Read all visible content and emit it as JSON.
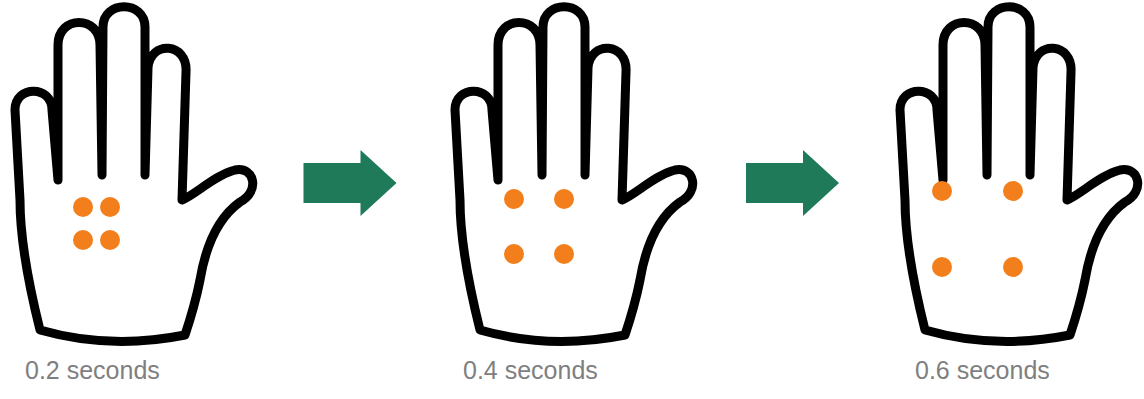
{
  "diagram": {
    "nodes": [
      {
        "text": [
          "0.2 seconds"
        ]
      },
      {
        "text": [
          "0.4 seconds"
        ]
      },
      {
        "text": [
          "0.6 seconds"
        ]
      }
    ],
    "edges": [
      {
        "from": 0,
        "to": 1,
        "arrow": "to"
      },
      {
        "from": 1,
        "to": 2,
        "arrow": "to"
      }
    ]
  }
}
